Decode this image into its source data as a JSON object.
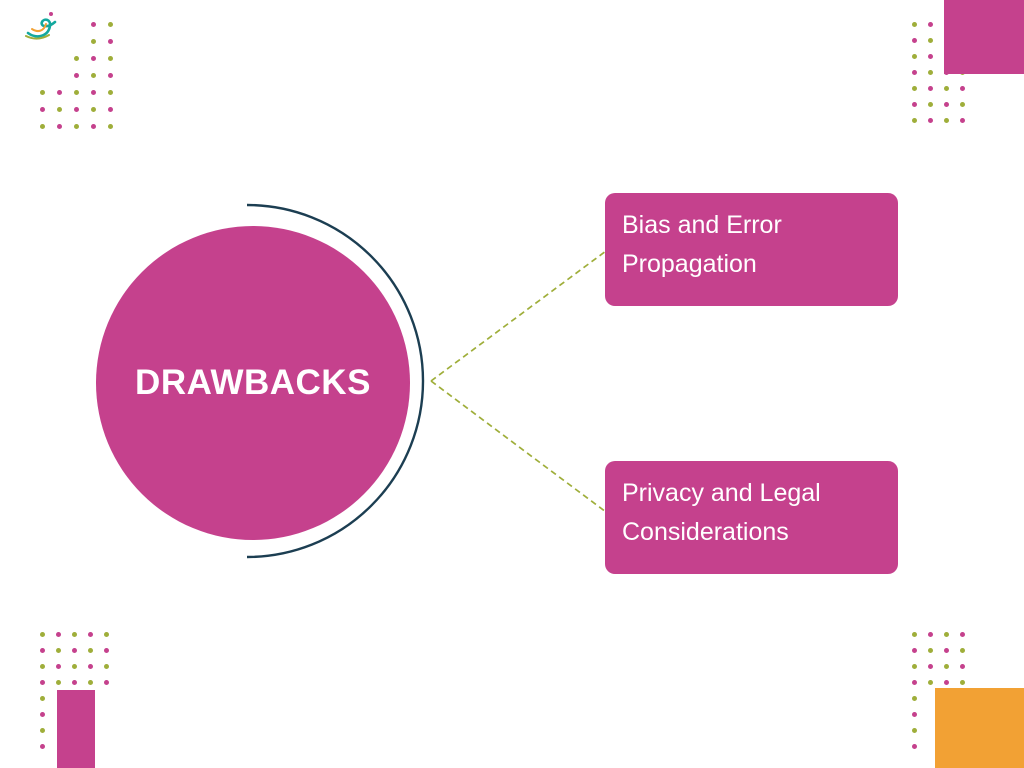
{
  "slide": {
    "center_label": "DRAWBACKS",
    "branches": [
      {
        "label": "Bias and Error Propagation"
      },
      {
        "label": "Privacy and Legal Considerations"
      }
    ]
  },
  "colors": {
    "magenta": "#c5418d",
    "olive": "#9fae3a",
    "navy": "#1c3e52",
    "orange": "#f2a134",
    "text_on_accent": "#ffffff",
    "background": "#ffffff"
  },
  "icons": {
    "brand_logo": "swan-brand-logo"
  }
}
